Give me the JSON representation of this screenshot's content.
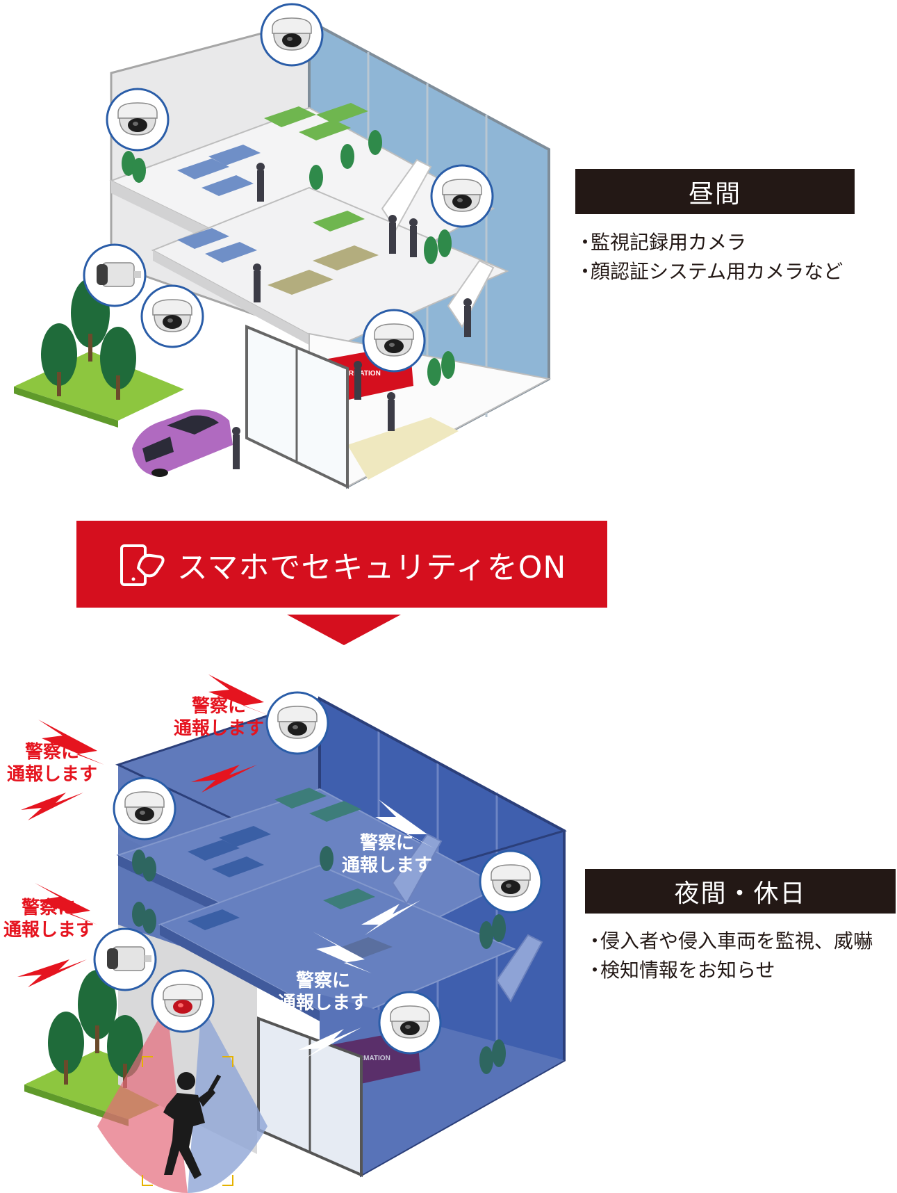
{
  "day": {
    "label": "昼間",
    "bullets": [
      "監視記録用カメラ",
      "顔認証システム用カメラなど"
    ],
    "info_sign": "INFORMATION"
  },
  "banner": {
    "text": "スマホでセキュリティをON",
    "icon": "smartphone-tap-icon"
  },
  "night": {
    "label": "夜間・休日",
    "bullets": [
      "侵入者や侵入車両を監視、威嚇",
      "検知情報をお知らせ"
    ],
    "info_sign": "INFORMATION",
    "alerts": [
      {
        "line1": "警察に",
        "line2": "通報します"
      },
      {
        "line1": "警察に",
        "line2": "通報します"
      },
      {
        "line1": "警察に",
        "line2": "通報します"
      },
      {
        "line1": "警察に",
        "line2": "通報します"
      },
      {
        "line1": "警察に",
        "line2": "通報します"
      }
    ]
  },
  "colors": {
    "accent_red": "#d50f1e",
    "label_bg": "#231815",
    "night_blue": "#4a68b0",
    "glass_blue": "#8fb6d6",
    "tree_green": "#1f6b3a",
    "lawn_green": "#8dc63f",
    "car_purple": "#b06ac0"
  },
  "icons": [
    "dome-camera-icon",
    "bullet-camera-icon",
    "intruder-icon",
    "car-icon",
    "tree-icon",
    "lightning-icon"
  ]
}
